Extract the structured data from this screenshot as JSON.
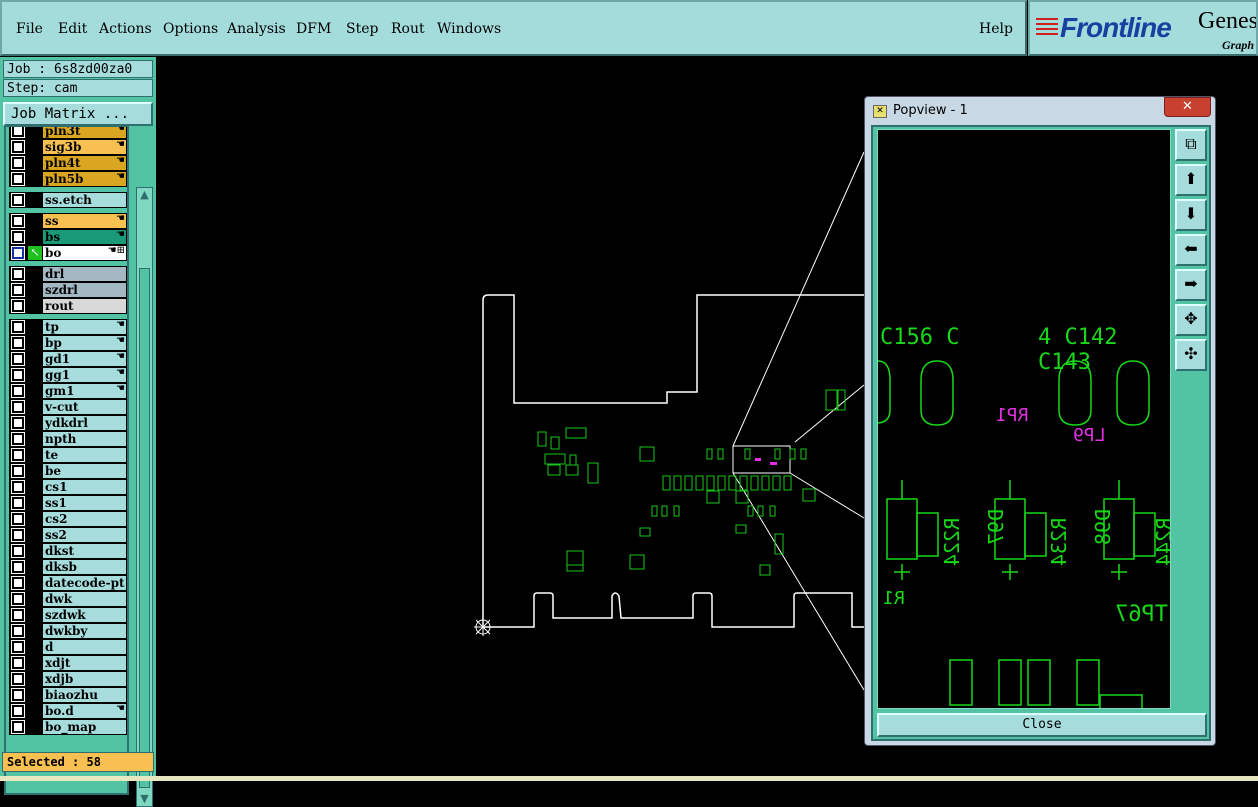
{
  "menu": {
    "items": [
      "File",
      "Edit",
      "Actions",
      "Options",
      "Analysis",
      "DFM",
      "Step",
      "Rout",
      "Windows"
    ],
    "help": "Help"
  },
  "logo": {
    "brand": "Frontline",
    "product": "Genes",
    "sub": "Graph"
  },
  "job": {
    "job": "Job : 6s8zd00za0",
    "step": "Step: cam",
    "matrix_button": "Job Matrix ..."
  },
  "layers": [
    {
      "name": "pln3t",
      "color": "#daa520",
      "hand": true
    },
    {
      "name": "sig3b",
      "color": "#f8c050",
      "hand": true
    },
    {
      "name": "pln4t",
      "color": "#daa520",
      "hand": true
    },
    {
      "name": "pln5b",
      "color": "#daa520",
      "hand": true
    },
    {
      "name": "ss.etch",
      "color": "#a6dcdc",
      "hand": false
    },
    {
      "name": "ss",
      "color": "#f8c050",
      "hand": true
    },
    {
      "name": "bs",
      "color": "#1a9a78",
      "hand": true
    },
    {
      "name": "bo",
      "color": "#ffffff",
      "hand": true,
      "active": true
    },
    {
      "name": "drl",
      "color": "#a4b8c4",
      "hand": false
    },
    {
      "name": "szdrl",
      "color": "#a4b8c4",
      "hand": false
    },
    {
      "name": "rout",
      "color": "#d8d8d8",
      "hand": false
    },
    {
      "name": "tp",
      "color": "#a6dcdc",
      "hand": true
    },
    {
      "name": "bp",
      "color": "#a6dcdc",
      "hand": true
    },
    {
      "name": "gd1",
      "color": "#a6dcdc",
      "hand": true
    },
    {
      "name": "gg1",
      "color": "#a6dcdc",
      "hand": true
    },
    {
      "name": "gm1",
      "color": "#a6dcdc",
      "hand": true
    },
    {
      "name": "v-cut",
      "color": "#a6dcdc",
      "hand": false
    },
    {
      "name": "ydkdrl",
      "color": "#a6dcdc",
      "hand": false
    },
    {
      "name": "npth",
      "color": "#a6dcdc",
      "hand": false
    },
    {
      "name": "te",
      "color": "#a6dcdc",
      "hand": false
    },
    {
      "name": "be",
      "color": "#a6dcdc",
      "hand": false
    },
    {
      "name": "cs1",
      "color": "#a6dcdc",
      "hand": false
    },
    {
      "name": "ss1",
      "color": "#a6dcdc",
      "hand": false
    },
    {
      "name": "cs2",
      "color": "#a6dcdc",
      "hand": false
    },
    {
      "name": "ss2",
      "color": "#a6dcdc",
      "hand": false
    },
    {
      "name": "dkst",
      "color": "#a6dcdc",
      "hand": false
    },
    {
      "name": "dksb",
      "color": "#a6dcdc",
      "hand": false
    },
    {
      "name": "datecode-pt",
      "color": "#a6dcdc",
      "hand": false
    },
    {
      "name": "dwk",
      "color": "#a6dcdc",
      "hand": false
    },
    {
      "name": "szdwk",
      "color": "#a6dcdc",
      "hand": false
    },
    {
      "name": "dwkby",
      "color": "#a6dcdc",
      "hand": false
    },
    {
      "name": "d",
      "color": "#a6dcdc",
      "hand": false
    },
    {
      "name": "xdjt",
      "color": "#a6dcdc",
      "hand": false
    },
    {
      "name": "xdjb",
      "color": "#a6dcdc",
      "hand": false
    },
    {
      "name": "biaozhu",
      "color": "#a6dcdc",
      "hand": false
    },
    {
      "name": "bo.d",
      "color": "#a6dcdc",
      "hand": true
    },
    {
      "name": "bo_map",
      "color": "#a6dcdc",
      "hand": false
    }
  ],
  "status": {
    "selected": "Selected : 58"
  },
  "popview": {
    "title": "Popview - 1",
    "close_x": "✕",
    "close": "Close",
    "tools": [
      "zoom-home",
      "pan-up",
      "pan-down",
      "pan-left",
      "pan-right",
      "zoom-in",
      "zoom-out"
    ],
    "labels": {
      "c156": "C156 C",
      "c142": "4 C142 C143",
      "rp1": "RP1",
      "lp9": "LP9",
      "r1": "R1",
      "tp67": "TP67",
      "r2": "R224",
      "r3": "R234",
      "r4": "R244",
      "d1": "D97",
      "d2": "D98"
    }
  }
}
